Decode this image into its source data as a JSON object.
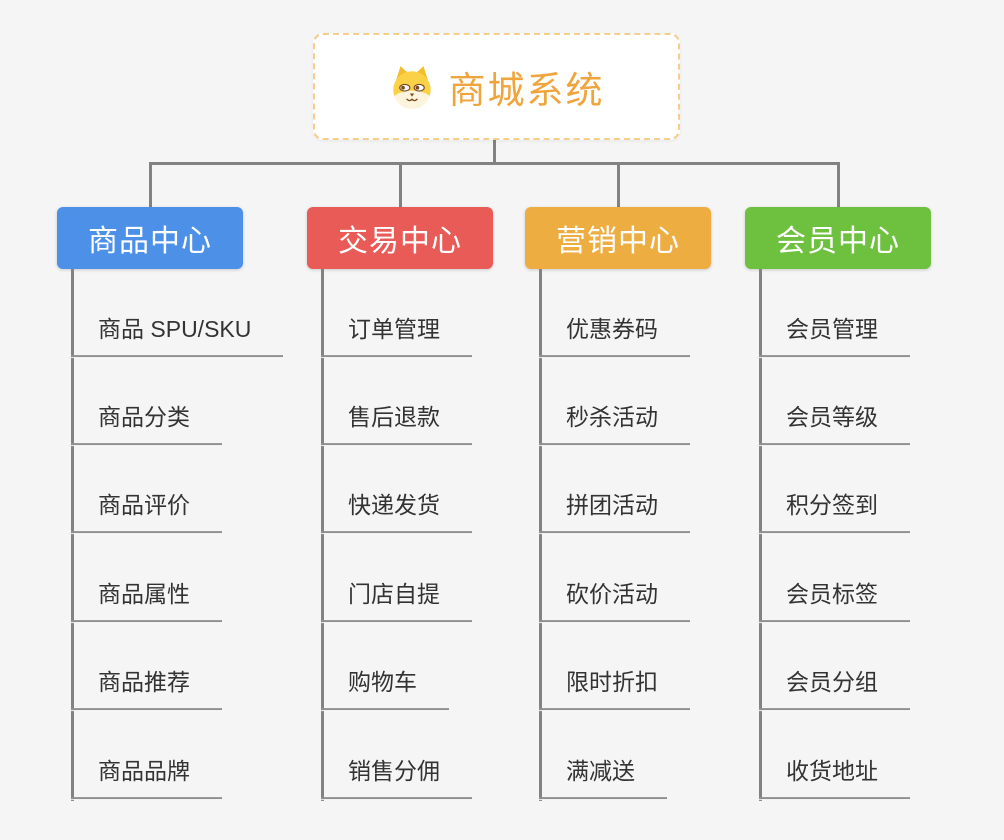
{
  "root": {
    "title": "商城系统",
    "icon": "shiba-dog-icon",
    "accent_color": "#F0A43C",
    "border_color": "#F6CD8B"
  },
  "branches": [
    {
      "label": "商品中心",
      "color": "#4D90E8",
      "items": [
        "商品 SPU/SKU",
        "商品分类",
        "商品评价",
        "商品属性",
        "商品推荐",
        "商品品牌"
      ]
    },
    {
      "label": "交易中心",
      "color": "#E85B56",
      "items": [
        "订单管理",
        "售后退款",
        "快递发货",
        "门店自提",
        "购物车",
        "销售分佣"
      ]
    },
    {
      "label": "营销中心",
      "color": "#EDAD41",
      "items": [
        "优惠券码",
        "秒杀活动",
        "拼团活动",
        "砍价活动",
        "限时折扣",
        "满减送"
      ]
    },
    {
      "label": "会员中心",
      "color": "#6EC13F",
      "items": [
        "会员管理",
        "会员等级",
        "积分签到",
        "会员标签",
        "会员分组",
        "收货地址"
      ]
    }
  ],
  "colors": {
    "background": "#F5F5F5",
    "connector": "#828282",
    "underline": "#8F8F8F",
    "item_text": "#333333",
    "branch_text": "#FFFFFF"
  }
}
